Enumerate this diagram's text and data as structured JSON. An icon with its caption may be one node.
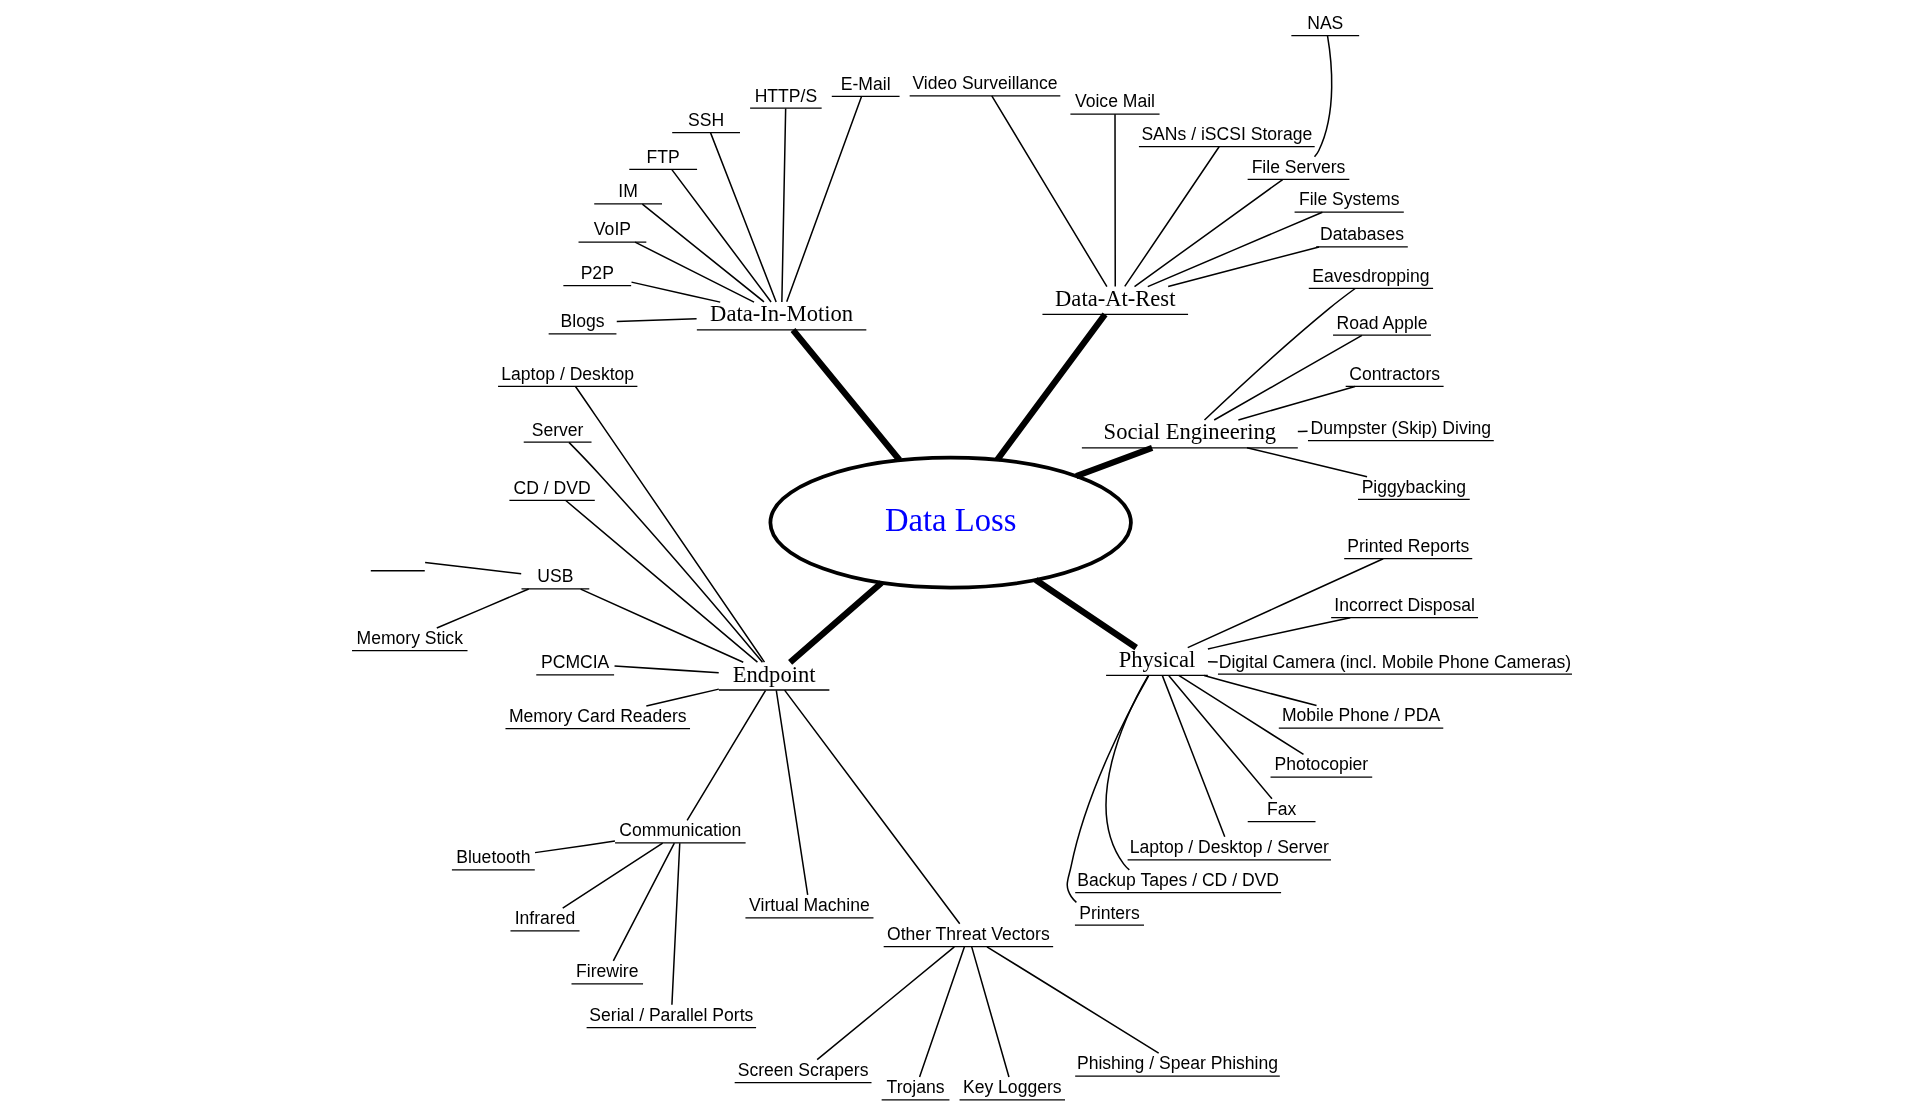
{
  "diagram": {
    "nodes": [
      {
        "text": [
          "Data Loss"
        ]
      },
      {
        "text": [
          "Social Engineering"
        ]
      },
      {
        "text": [
          "Piggybacking"
        ]
      },
      {
        "text": [
          "Dumpster (Skip) Diving"
        ]
      },
      {
        "text": [
          "Contractors"
        ]
      },
      {
        "text": [
          "Road Apple"
        ]
      },
      {
        "text": [
          "Eavesdropping"
        ]
      },
      {
        "text": [
          "Data-At-Rest"
        ]
      },
      {
        "text": [
          "Databases"
        ]
      },
      {
        "text": [
          "File Systems"
        ]
      },
      {
        "text": [
          "File Servers"
        ]
      },
      {
        "text": [
          "NAS"
        ]
      },
      {
        "text": [
          "SANs / iSCSI Storage"
        ]
      },
      {
        "text": [
          "Voice Mail"
        ]
      },
      {
        "text": [
          "Video Surveillance"
        ]
      },
      {
        "text": [
          "Data-In-Motion"
        ]
      },
      {
        "text": [
          "E-Mail"
        ]
      },
      {
        "text": [
          "HTTP/S"
        ]
      },
      {
        "text": [
          "SSH"
        ]
      },
      {
        "text": [
          "FTP"
        ]
      },
      {
        "text": [
          "IM"
        ]
      },
      {
        "text": [
          "VoIP"
        ]
      },
      {
        "text": [
          "P2P"
        ]
      },
      {
        "text": [
          "Blogs"
        ]
      },
      {
        "text": [
          "Endpoint"
        ]
      },
      {
        "text": [
          "Laptop / Desktop"
        ]
      },
      {
        "text": [
          "Server"
        ]
      },
      {
        "text": [
          "CD / DVD"
        ]
      },
      {
        "text": [
          "USB"
        ]
      },
      {
        "text": [],
        "shape": "bar"
      },
      {
        "text": [
          "Memory Stick"
        ]
      },
      {
        "text": [
          "PCMCIA"
        ]
      },
      {
        "text": [
          "Memory Card Readers"
        ]
      },
      {
        "text": [
          "Communication"
        ]
      },
      {
        "text": [
          "Bluetooth"
        ]
      },
      {
        "text": [
          "Infrared"
        ]
      },
      {
        "text": [
          "Firewire"
        ]
      },
      {
        "text": [
          "Serial / Parallel Ports"
        ]
      },
      {
        "text": [
          "Virtual Machine"
        ]
      },
      {
        "text": [
          "Other Threat Vectors"
        ]
      },
      {
        "text": [
          "Screen Scrapers"
        ]
      },
      {
        "text": [
          "Trojans"
        ]
      },
      {
        "text": [
          "Key Loggers"
        ]
      },
      {
        "text": [
          "Phishing / Spear Phishing"
        ]
      },
      {
        "text": [
          "Physical"
        ]
      },
      {
        "text": [
          "Printers"
        ]
      },
      {
        "text": [
          "Backup Tapes / CD / DVD"
        ]
      },
      {
        "text": [
          "Laptop / Desktop / Server"
        ]
      },
      {
        "text": [
          "Fax"
        ]
      },
      {
        "text": [
          "Photocopier"
        ]
      },
      {
        "text": [
          "Mobile Phone / PDA"
        ]
      },
      {
        "text": [
          "Digital Camera (incl. Mobile Phone Cameras)"
        ]
      },
      {
        "text": [
          "Incorrect Disposal"
        ]
      },
      {
        "text": [
          "Printed Reports"
        ]
      }
    ],
    "edges": [
      {
        "from": 0,
        "to": 1,
        "arrow": "none",
        "style": "thick"
      },
      {
        "from": 1,
        "to": 2,
        "arrow": "none"
      },
      {
        "from": 1,
        "to": 3,
        "arrow": "none"
      },
      {
        "from": 1,
        "to": 4,
        "arrow": "none"
      },
      {
        "from": 1,
        "to": 5,
        "arrow": "none"
      },
      {
        "from": 1,
        "to": 6,
        "arrow": "none"
      },
      {
        "from": 0,
        "to": 7,
        "arrow": "none",
        "style": "thick"
      },
      {
        "from": 7,
        "to": 8,
        "arrow": "none"
      },
      {
        "from": 7,
        "to": 9,
        "arrow": "none"
      },
      {
        "from": 7,
        "to": 10,
        "arrow": "none"
      },
      {
        "from": 10,
        "to": 11,
        "arrow": "none"
      },
      {
        "from": 7,
        "to": 12,
        "arrow": "none"
      },
      {
        "from": 7,
        "to": 13,
        "arrow": "none"
      },
      {
        "from": 7,
        "to": 14,
        "arrow": "none"
      },
      {
        "from": 0,
        "to": 15,
        "arrow": "none",
        "style": "thick"
      },
      {
        "from": 15,
        "to": 16,
        "arrow": "none"
      },
      {
        "from": 15,
        "to": 17,
        "arrow": "none"
      },
      {
        "from": 15,
        "to": 18,
        "arrow": "none"
      },
      {
        "from": 15,
        "to": 19,
        "arrow": "none"
      },
      {
        "from": 15,
        "to": 20,
        "arrow": "none"
      },
      {
        "from": 15,
        "to": 21,
        "arrow": "none"
      },
      {
        "from": 15,
        "to": 22,
        "arrow": "none"
      },
      {
        "from": 15,
        "to": 23,
        "arrow": "none"
      },
      {
        "from": 0,
        "to": 24,
        "arrow": "none",
        "style": "thick"
      },
      {
        "from": 24,
        "to": 25,
        "arrow": "none"
      },
      {
        "from": 24,
        "to": 26,
        "arrow": "none"
      },
      {
        "from": 24,
        "to": 27,
        "arrow": "none"
      },
      {
        "from": 24,
        "to": 28,
        "arrow": "none"
      },
      {
        "from": 28,
        "to": 29,
        "arrow": "none"
      },
      {
        "from": 28,
        "to": 30,
        "arrow": "none"
      },
      {
        "from": 24,
        "to": 31,
        "arrow": "none"
      },
      {
        "from": 24,
        "to": 32,
        "arrow": "none"
      },
      {
        "from": 24,
        "to": 33,
        "arrow": "none"
      },
      {
        "from": 33,
        "to": 34,
        "arrow": "none"
      },
      {
        "from": 33,
        "to": 35,
        "arrow": "none"
      },
      {
        "from": 33,
        "to": 36,
        "arrow": "none"
      },
      {
        "from": 33,
        "to": 37,
        "arrow": "none"
      },
      {
        "from": 24,
        "to": 38,
        "arrow": "none"
      },
      {
        "from": 24,
        "to": 39,
        "arrow": "none"
      },
      {
        "from": 39,
        "to": 40,
        "arrow": "none"
      },
      {
        "from": 39,
        "to": 41,
        "arrow": "none"
      },
      {
        "from": 39,
        "to": 42,
        "arrow": "none"
      },
      {
        "from": 39,
        "to": 43,
        "arrow": "none"
      },
      {
        "from": 0,
        "to": 44,
        "arrow": "none",
        "style": "thick"
      },
      {
        "from": 44,
        "to": 45,
        "arrow": "none"
      },
      {
        "from": 44,
        "to": 46,
        "arrow": "none"
      },
      {
        "from": 44,
        "to": 47,
        "arrow": "none"
      },
      {
        "from": 44,
        "to": 48,
        "arrow": "none"
      },
      {
        "from": 44,
        "to": 49,
        "arrow": "none"
      },
      {
        "from": 44,
        "to": 50,
        "arrow": "none"
      },
      {
        "from": 44,
        "to": 51,
        "arrow": "none"
      },
      {
        "from": 44,
        "to": 52,
        "arrow": "none"
      },
      {
        "from": 44,
        "to": 53,
        "arrow": "none"
      }
    ]
  }
}
